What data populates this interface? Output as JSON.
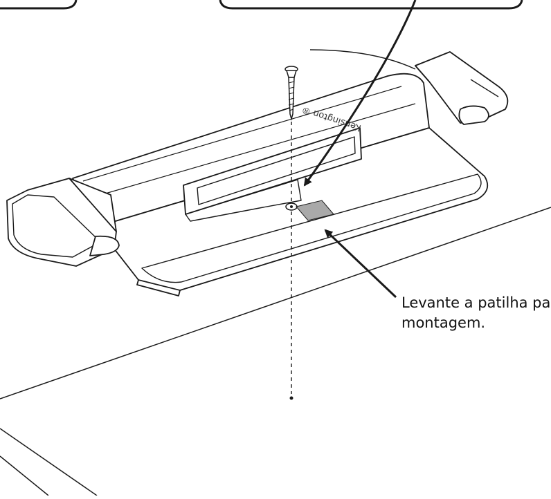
{
  "callout": {
    "line1": "Levante a patilha pa",
    "line2": "montagem."
  },
  "logo": {
    "text": "Kensington ®"
  },
  "colors": {
    "stroke": "#1a1a1a",
    "tab_fill": "#a9a9a9",
    "background": "#ffffff"
  }
}
